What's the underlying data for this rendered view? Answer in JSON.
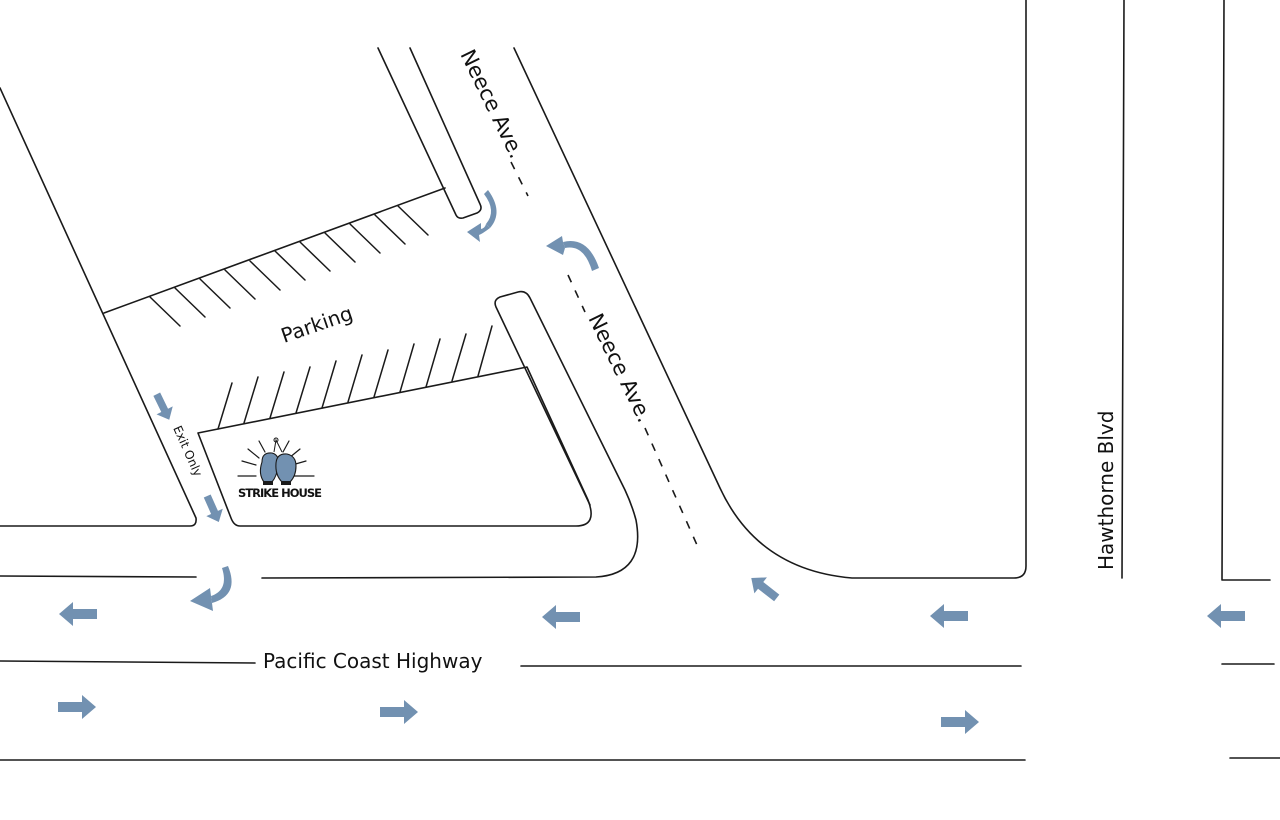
{
  "streets": {
    "neece_north": "Neece Ave.",
    "neece_south": "Neece Ave.",
    "pch": "Pacific Coast Highway",
    "hawthorne": "Hawthorne Blvd"
  },
  "lot": {
    "parking": "Parking",
    "exit_only": "Exit Only"
  },
  "logo": {
    "text": "STRIKE HOUSE"
  },
  "colors": {
    "arrow": "#7291b1",
    "line": "#1a1a1a"
  }
}
